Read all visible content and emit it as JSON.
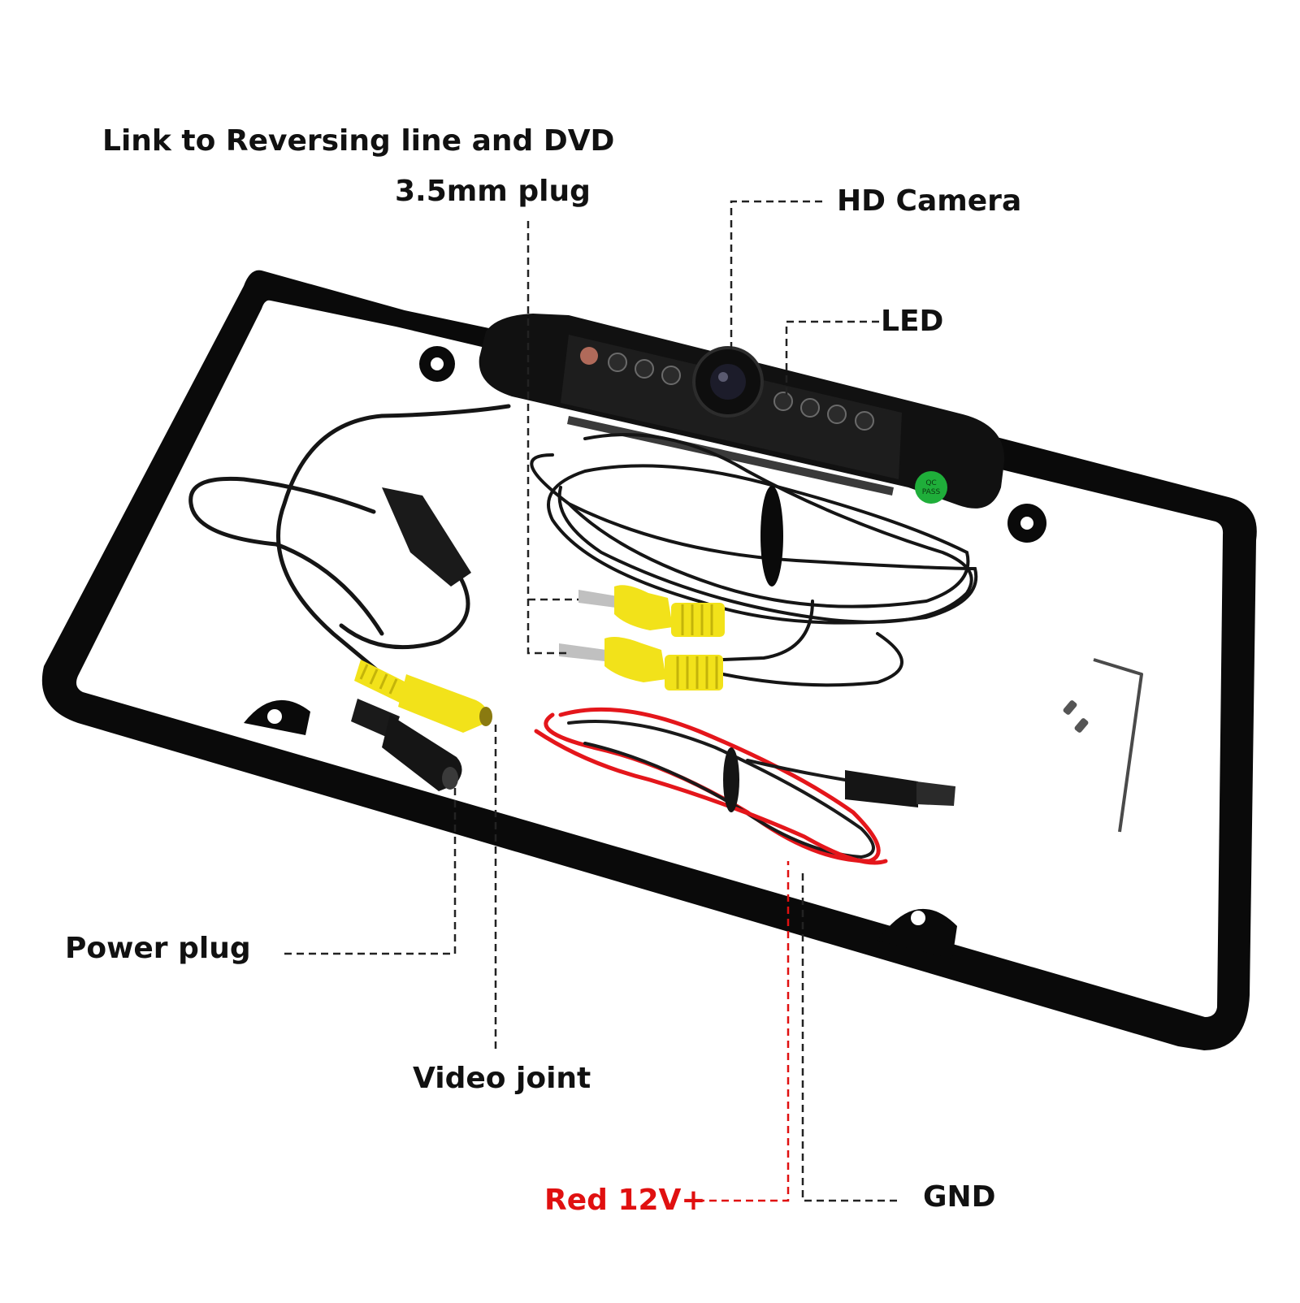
{
  "labels": {
    "link_to_reversing": "Link to Reversing line and DVD",
    "plug_35mm": "3.5mm plug",
    "hd_camera": "HD Camera",
    "led": "LED",
    "power_plug": "Power plug",
    "video_joint": "Video joint",
    "red_12v": "Red 12V+",
    "gnd": "GND"
  },
  "badge": {
    "line1": "QC",
    "line2": "PASS"
  },
  "colors": {
    "frame": "#0a0a0a",
    "rca_yellow": "#f2e21a",
    "wire_red": "#e4161b",
    "badge_green": "#1fae3a",
    "accent_red_label": "#e01010"
  }
}
